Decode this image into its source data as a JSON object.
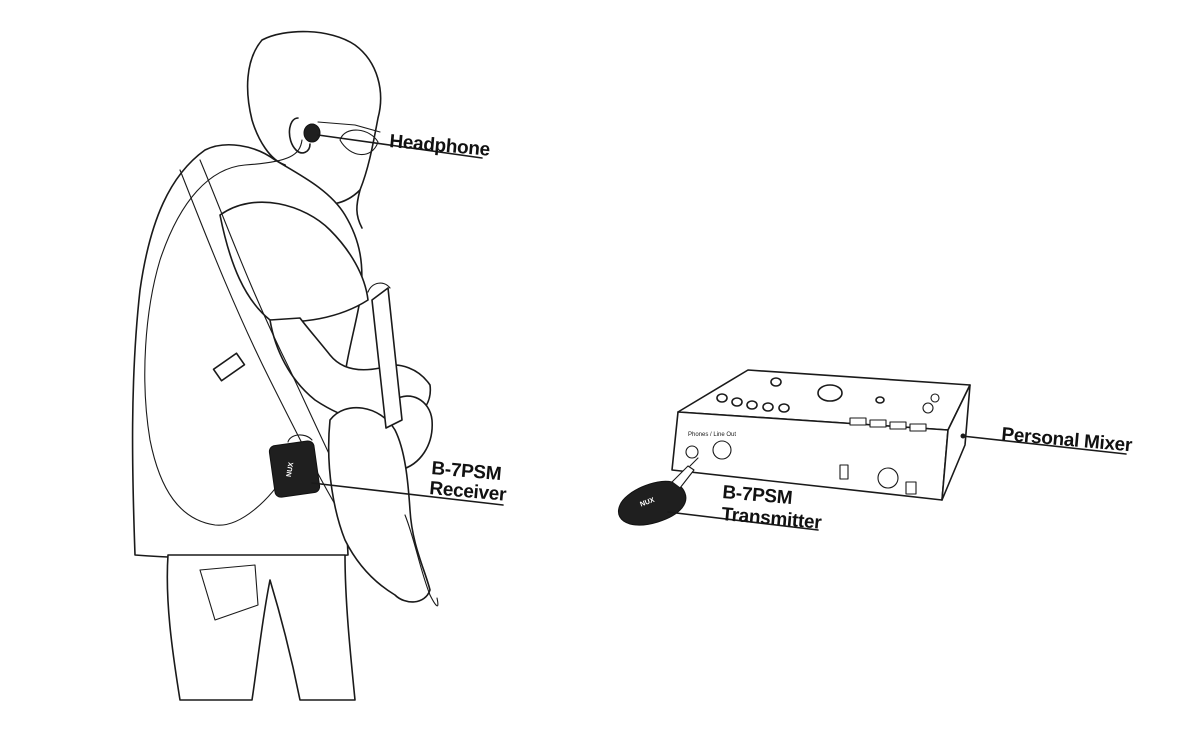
{
  "callouts": {
    "headphone": "Headphone",
    "receiver_line1": "B-7PSM",
    "receiver_line2": "Receiver",
    "mixer": "Personal Mixer",
    "transmitter_line1": "B-7PSM",
    "transmitter_line2": "Transmitter"
  },
  "device_text": {
    "brand_mark": "NUX",
    "mixer_panel_label": "Phones / Line Out"
  },
  "colors": {
    "ink": "#1a1a1a",
    "device_body": "#1f1f1f",
    "background": "#ffffff"
  }
}
